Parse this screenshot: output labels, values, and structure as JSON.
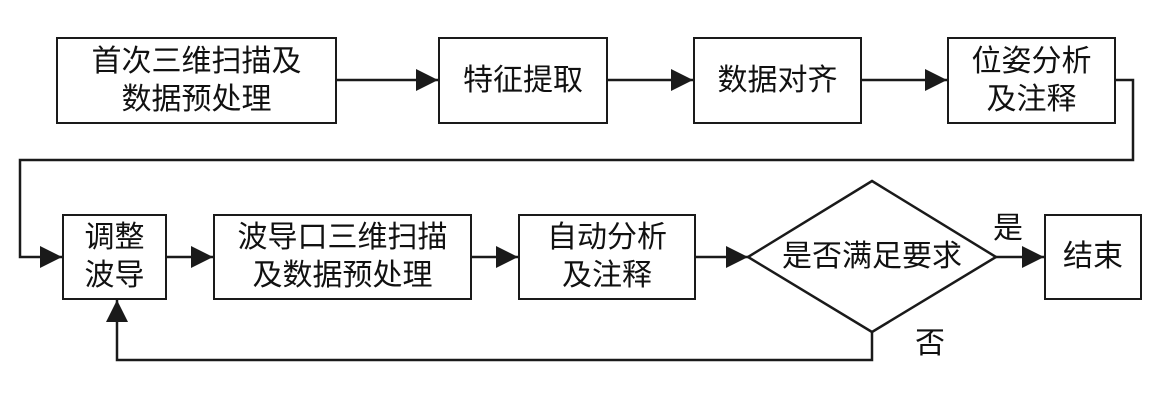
{
  "nodes": {
    "n1": [
      "首次三维扫描及",
      "数据预处理"
    ],
    "n2": [
      "特征提取"
    ],
    "n3": [
      "数据对齐"
    ],
    "n4": [
      "位姿分析",
      "及注释"
    ],
    "n5": [
      "调整",
      "波导"
    ],
    "n6": [
      "波导口三维扫描",
      "及数据预处理"
    ],
    "n7": [
      "自动分析",
      "及注释"
    ],
    "decision": "是否满足要求",
    "end": "结束"
  },
  "labels": {
    "yes": "是",
    "no": "否"
  }
}
